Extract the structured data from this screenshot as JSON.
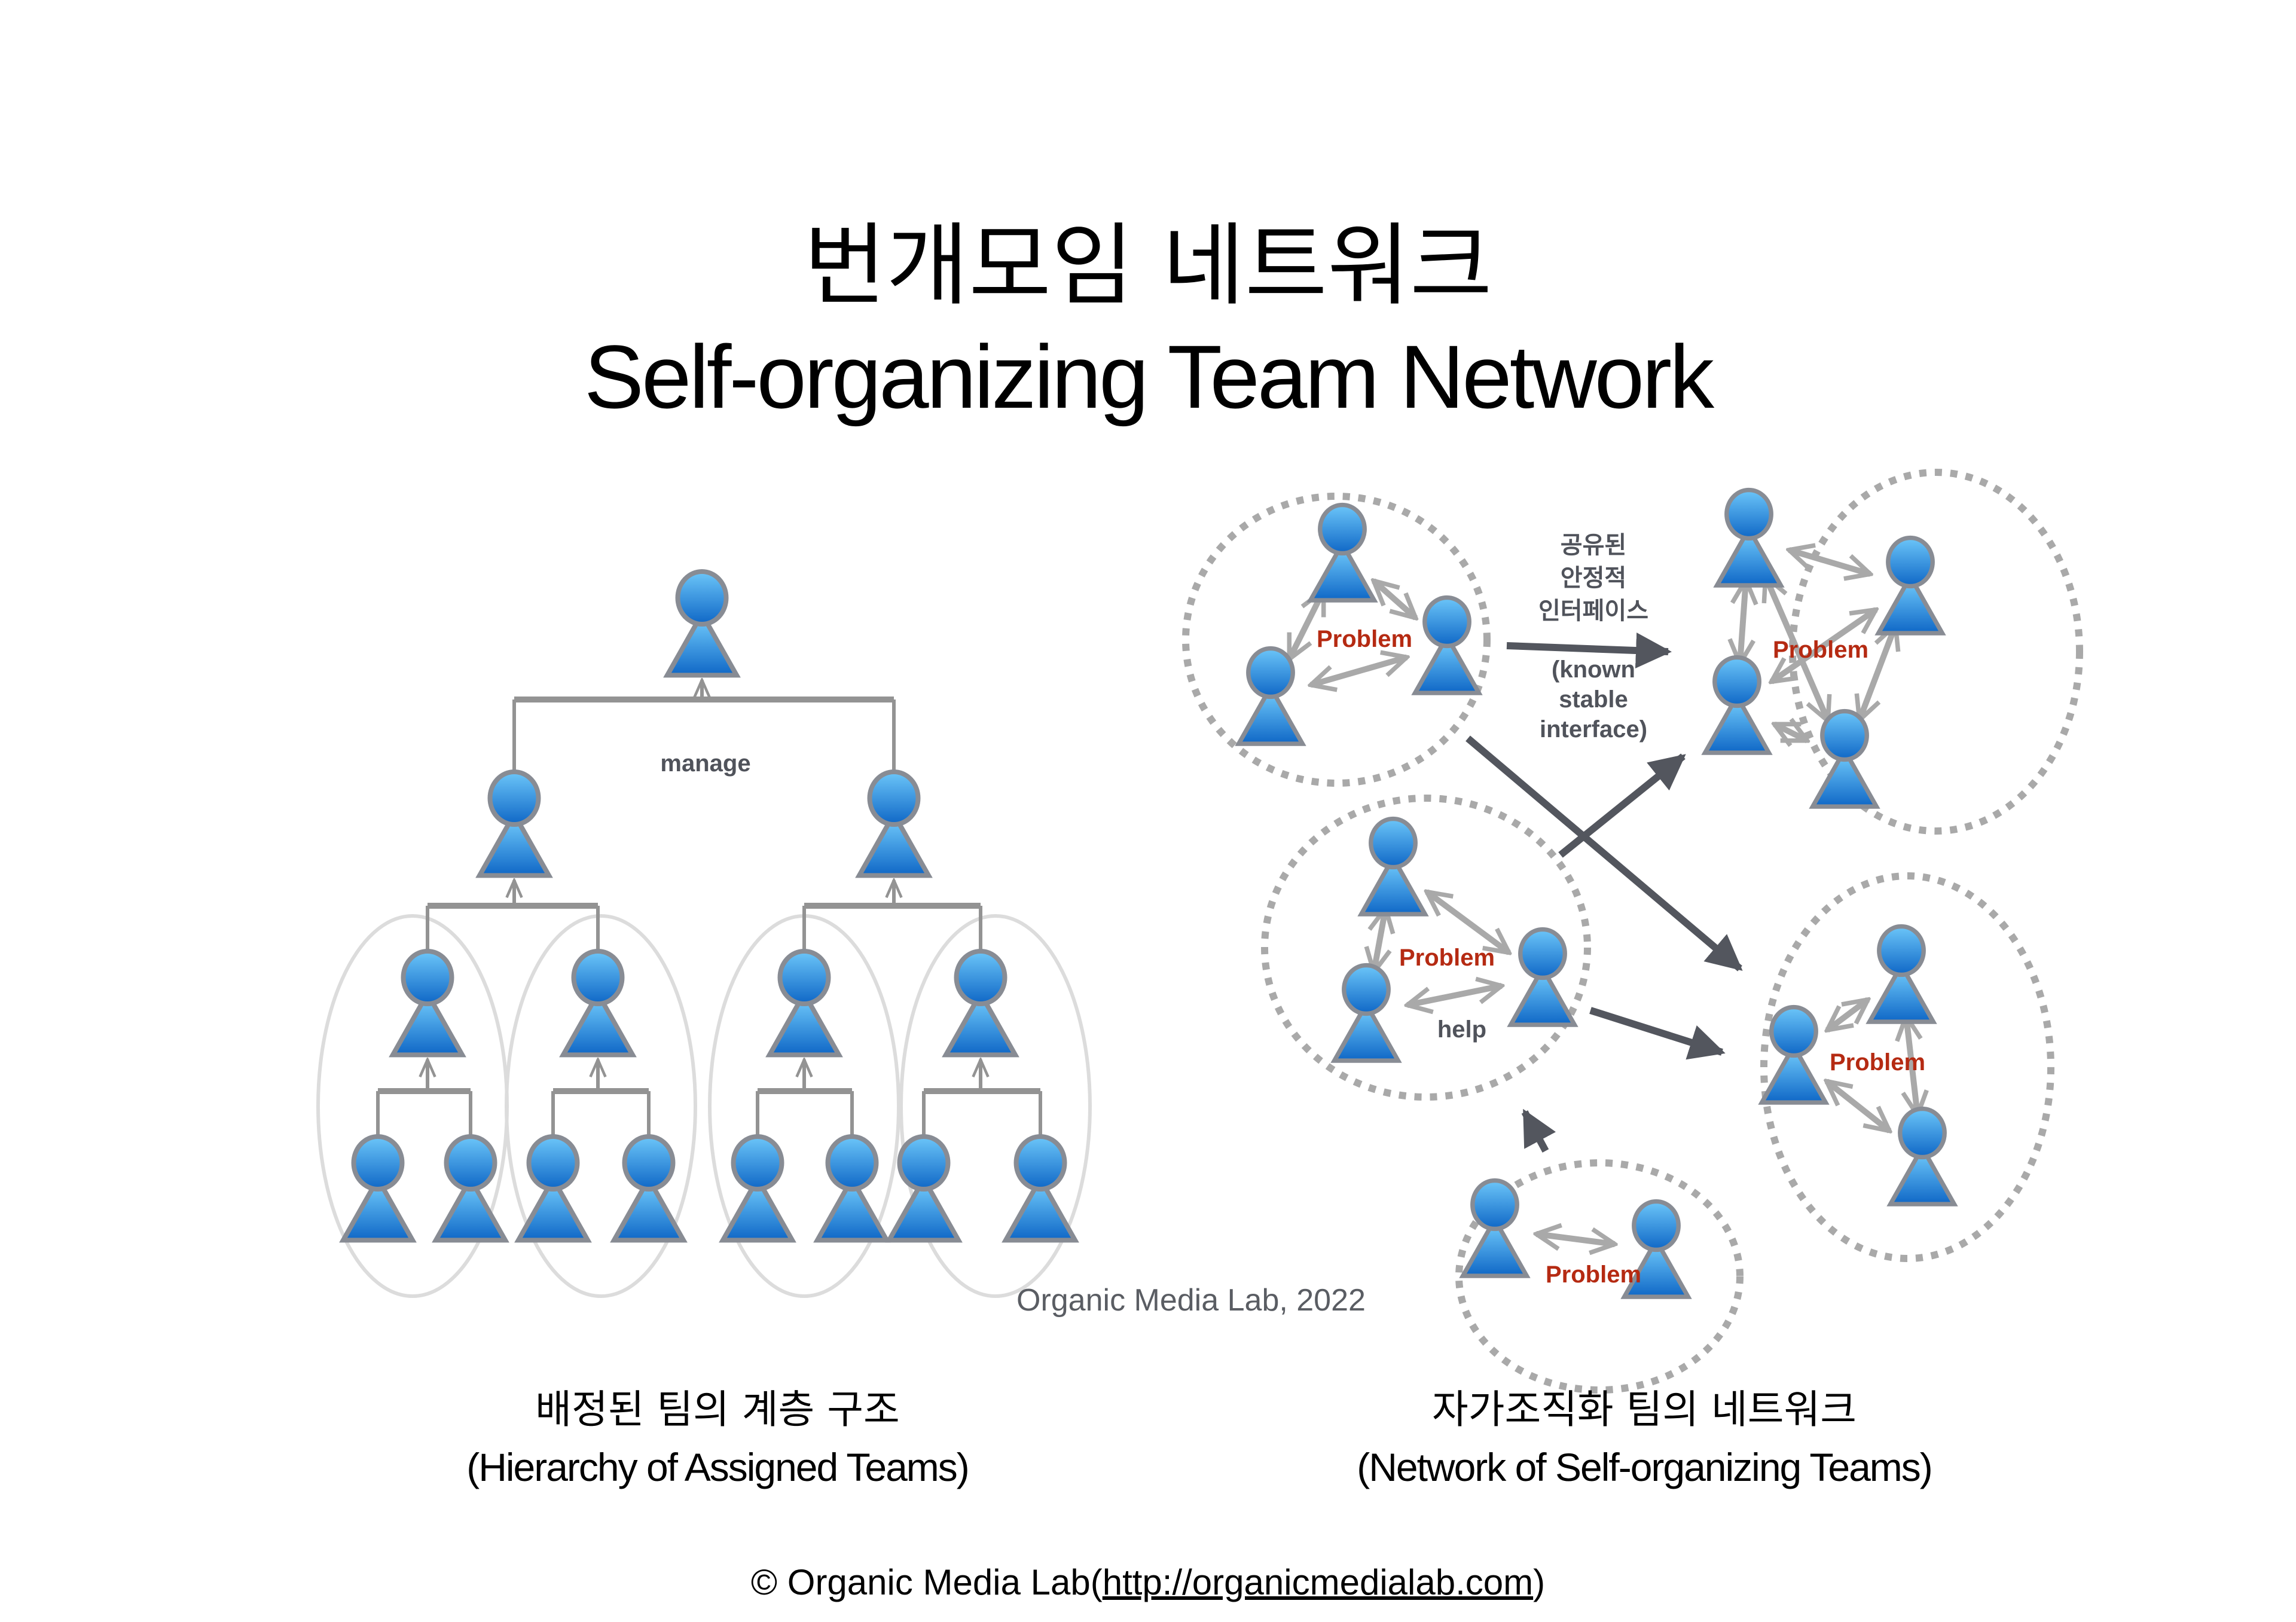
{
  "title": {
    "korean": "번개모임 네트워크",
    "english": "Self-organizing Team Network"
  },
  "hierarchy": {
    "edge_label": "manage",
    "caption_korean": "배정된 팀의 계층 구조",
    "caption_english": "(Hierarchy of Assigned Teams)",
    "levels": [
      1,
      2,
      4,
      8
    ],
    "team_groups": 4
  },
  "network": {
    "cluster_label": "Problem",
    "help_label": "help",
    "interface_label_korean": [
      "공유된",
      "안정적",
      "인터페이스"
    ],
    "interface_label_english": [
      "(known",
      "stable",
      "interface)"
    ],
    "caption_korean": "자가조직화 팀의 네트워크",
    "caption_english": "(Network of Self-organizing Teams)",
    "clusters": [
      {
        "id": "top-left",
        "members": 3
      },
      {
        "id": "top-right",
        "members": 4
      },
      {
        "id": "middle-left",
        "members": 3
      },
      {
        "id": "middle-right",
        "members": 3
      },
      {
        "id": "bottom",
        "members": 2
      }
    ]
  },
  "credit_year": "Organic Media Lab, 2022",
  "footer": {
    "prefix": "© Organic Media Lab(",
    "link_text": "http://organicmedialab.com",
    "suffix": ")"
  },
  "colors": {
    "person_top": "#6cc6f9",
    "person_bottom": "#0f67c6",
    "person_stroke": "#888c94",
    "tree_line": "#939393",
    "group_ellipse": "#dcdcdc",
    "dashed_cluster": "#a9a9a9",
    "inner_arrow": "#a9a9a9",
    "outer_arrow": "#53565e",
    "problem_text": "#b52a12",
    "dark_text": "#50535b"
  }
}
